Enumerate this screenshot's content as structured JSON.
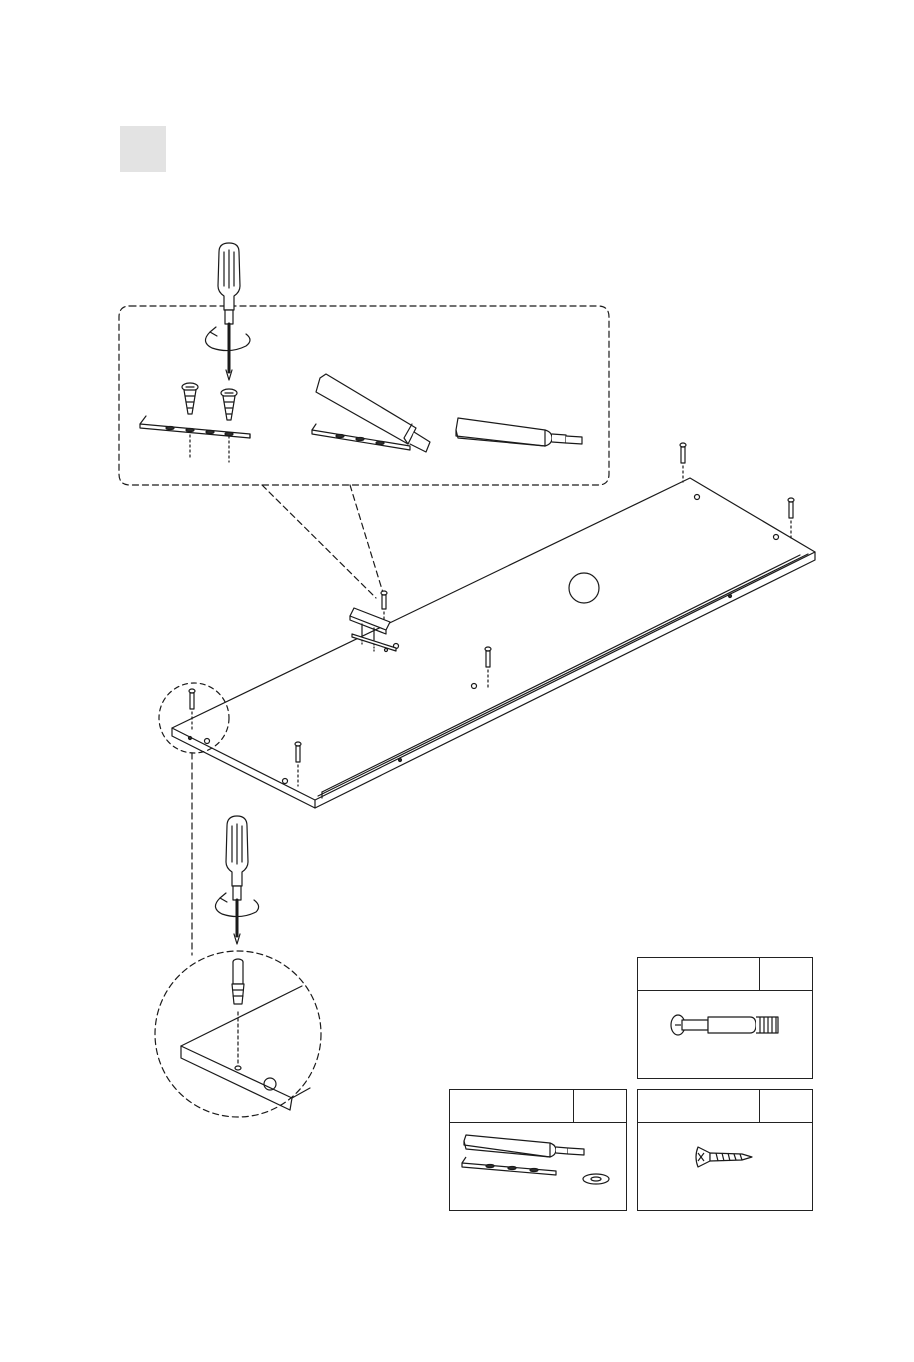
{
  "step": {
    "number": ""
  },
  "panel": {
    "callout_label": ""
  },
  "parts": [
    {
      "id": "cam-bolt",
      "name": "",
      "qty": "",
      "icon": "cam-bolt-icon"
    },
    {
      "id": "damper",
      "name": "",
      "qty": "",
      "icon": "damper-icon"
    },
    {
      "id": "screw",
      "name": "",
      "qty": "",
      "icon": "screw-icon"
    }
  ]
}
